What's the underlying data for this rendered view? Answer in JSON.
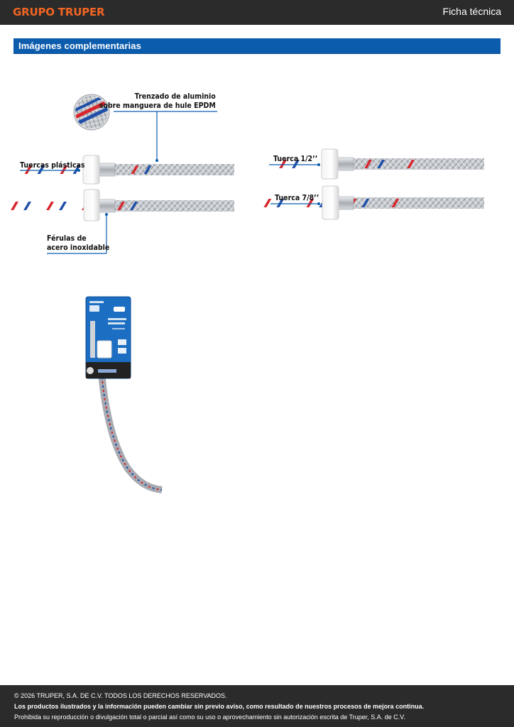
{
  "header": {
    "brand": "GRUPO TRUPER",
    "doc_type": "Ficha técnica"
  },
  "section": {
    "title": "Imágenes complementarias"
  },
  "diagram_left": {
    "label_braid": "Trenzado de aluminio\nsobre manguera de hule EPDM",
    "label_nuts": "Tuercas plásticas",
    "label_ferrules": "Férulas de\nacero inoxidable"
  },
  "diagram_right": {
    "label_half": "Tuerca 1/2’’",
    "label_seven_eighths": "Tuerca 7/8’’"
  },
  "colors": {
    "brand": "#f26522",
    "section_bar": "#0b5cad",
    "dark_bar": "#2b2b2b",
    "leader_line": "#0b5cad"
  },
  "footer": {
    "copyright": "© 2026 TRUPER, S.A. DE C.V. TODOS LOS DERECHOS RESERVADOS.",
    "notice": "Los productos ilustrados y la información pueden cambiar sin previo aviso, como resultado de nuestros procesos de mejora continua.",
    "prohibition": "Prohibida su reproducción o divulgación total o parcial así como su uso o aprovechamiento sin autorización escrita de Truper, S.A. de C.V."
  }
}
